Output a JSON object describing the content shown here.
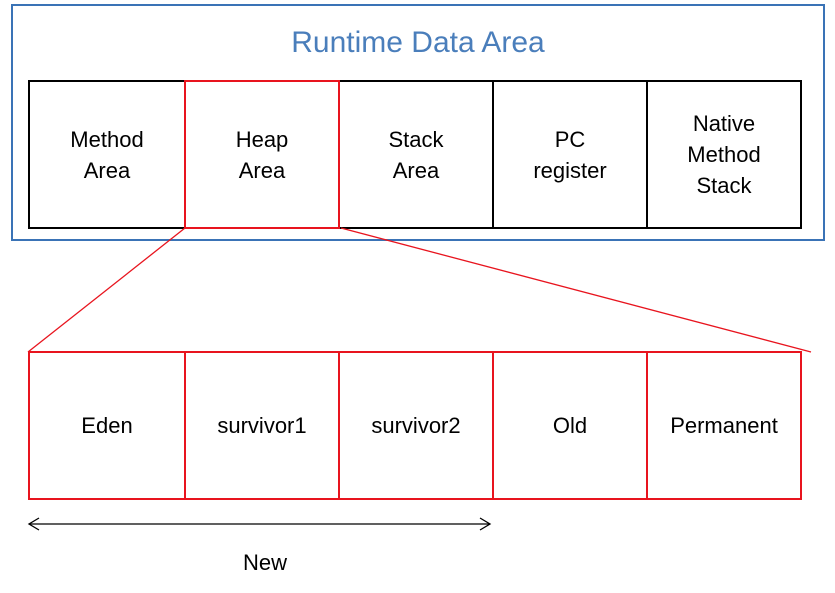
{
  "runtime": {
    "title": "Runtime Data Area",
    "areas": [
      {
        "label": "Method\nArea",
        "highlight": false
      },
      {
        "label": "Heap\nArea",
        "highlight": true
      },
      {
        "label": "Stack\nArea",
        "highlight": false
      },
      {
        "label": "PC\nregister",
        "highlight": false
      },
      {
        "label": "Native\nMethod\nStack",
        "highlight": false
      }
    ]
  },
  "heap": {
    "segments": [
      "Eden",
      "survivor1",
      "survivor2",
      "Old",
      "Permanent"
    ]
  },
  "new_span": {
    "label": "New"
  },
  "colors": {
    "title_blue": "#4a7ebb",
    "frame_blue": "#3a73b6",
    "heap_red": "#e8141e",
    "box_black": "#000000"
  }
}
